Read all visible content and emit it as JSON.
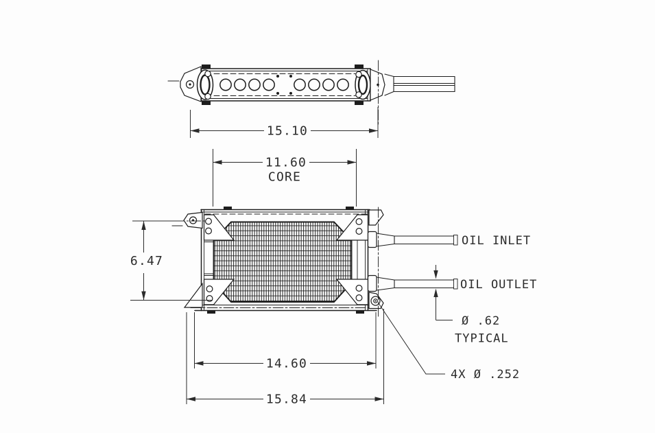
{
  "colors": {
    "background": "#fdfdfd",
    "line": "#1d1d1d",
    "text": "#2b2b2b"
  },
  "dimensions": {
    "overall_top": "15.10",
    "core_width": "11.60",
    "core_label": "CORE",
    "height": "6.47",
    "mount_width": "14.60",
    "overall_width": "15.84"
  },
  "callouts": {
    "oil_inlet": "OIL INLET",
    "oil_outlet": "OIL OUTLET",
    "tube_diameter": "Ø .62",
    "tube_diameter_note": "TYPICAL",
    "mount_holes": "4X Ø .252"
  }
}
